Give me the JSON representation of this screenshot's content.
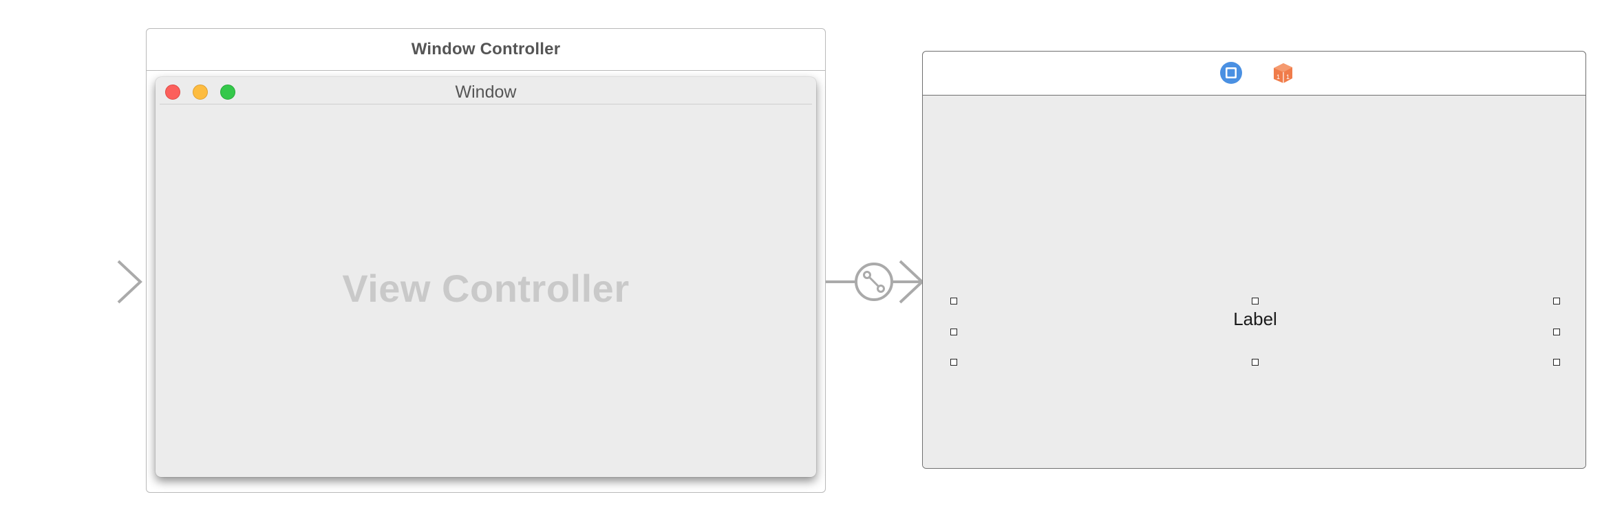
{
  "canvas": {
    "background": "#ffffff"
  },
  "window_controller_scene": {
    "title": "Window Controller",
    "window": {
      "title": "Window",
      "traffic_lights": [
        {
          "name": "close-button",
          "color": "#fc605c"
        },
        {
          "name": "minimize-button",
          "color": "#fdbc40"
        },
        {
          "name": "zoom-button",
          "color": "#34c84a"
        }
      ],
      "content_placeholder": "View Controller"
    }
  },
  "segue": {
    "icon": "segue-relationship-icon",
    "color": "#aaaaaa"
  },
  "view_controller_scene": {
    "dock_icons": [
      {
        "name": "view-controller-icon",
        "color": "#4a90e2"
      },
      {
        "name": "first-responder-icon",
        "color": "#f07c4a"
      }
    ],
    "body_color": "#ececec",
    "selected_label": {
      "text": "Label"
    }
  },
  "entry_point": {
    "icon": "initial-controller-arrow-icon",
    "color": "#aaaaaa"
  }
}
